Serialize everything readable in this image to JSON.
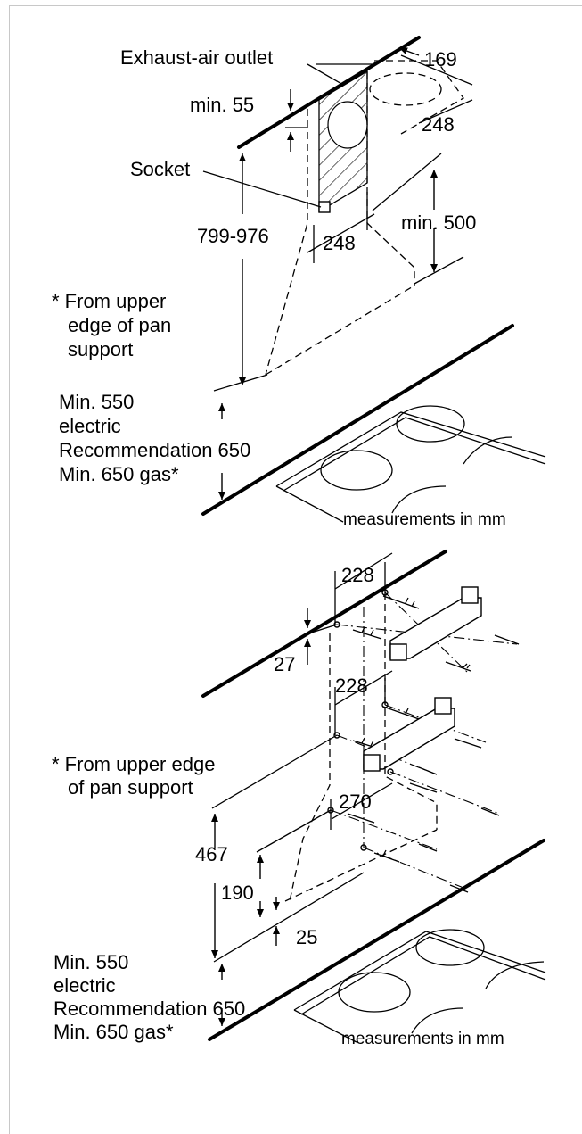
{
  "diagram_top": {
    "exhaust_label": "Exhaust-air outlet",
    "socket_label": "Socket",
    "min55": "min. 55",
    "dim_169": "169",
    "dim_248_top": "248",
    "dim_248_front": "248",
    "dim_799_976": "799-976",
    "min500": "min. 500",
    "note_line1": "* From upper",
    "note_line2": "edge of pan",
    "note_line3": "support",
    "min550": "Min. 550",
    "electric": "electric",
    "recommendation": "Recommendation 650",
    "min650gas": "Min. 650 gas*",
    "units": "measurements in mm"
  },
  "diagram_bottom": {
    "dim_228_top": "228",
    "dim_27": "27",
    "dim_228_mid": "228",
    "note_line1": "* From upper edge",
    "note_line2": "of pan support",
    "dim_270": "270",
    "dim_467": "467",
    "dim_190": "190",
    "dim_25": "25",
    "min550": "Min. 550",
    "electric": "electric",
    "recommendation": "Recommendation 650",
    "min650gas": "Min. 650 gas*",
    "units": "measurements in mm"
  }
}
